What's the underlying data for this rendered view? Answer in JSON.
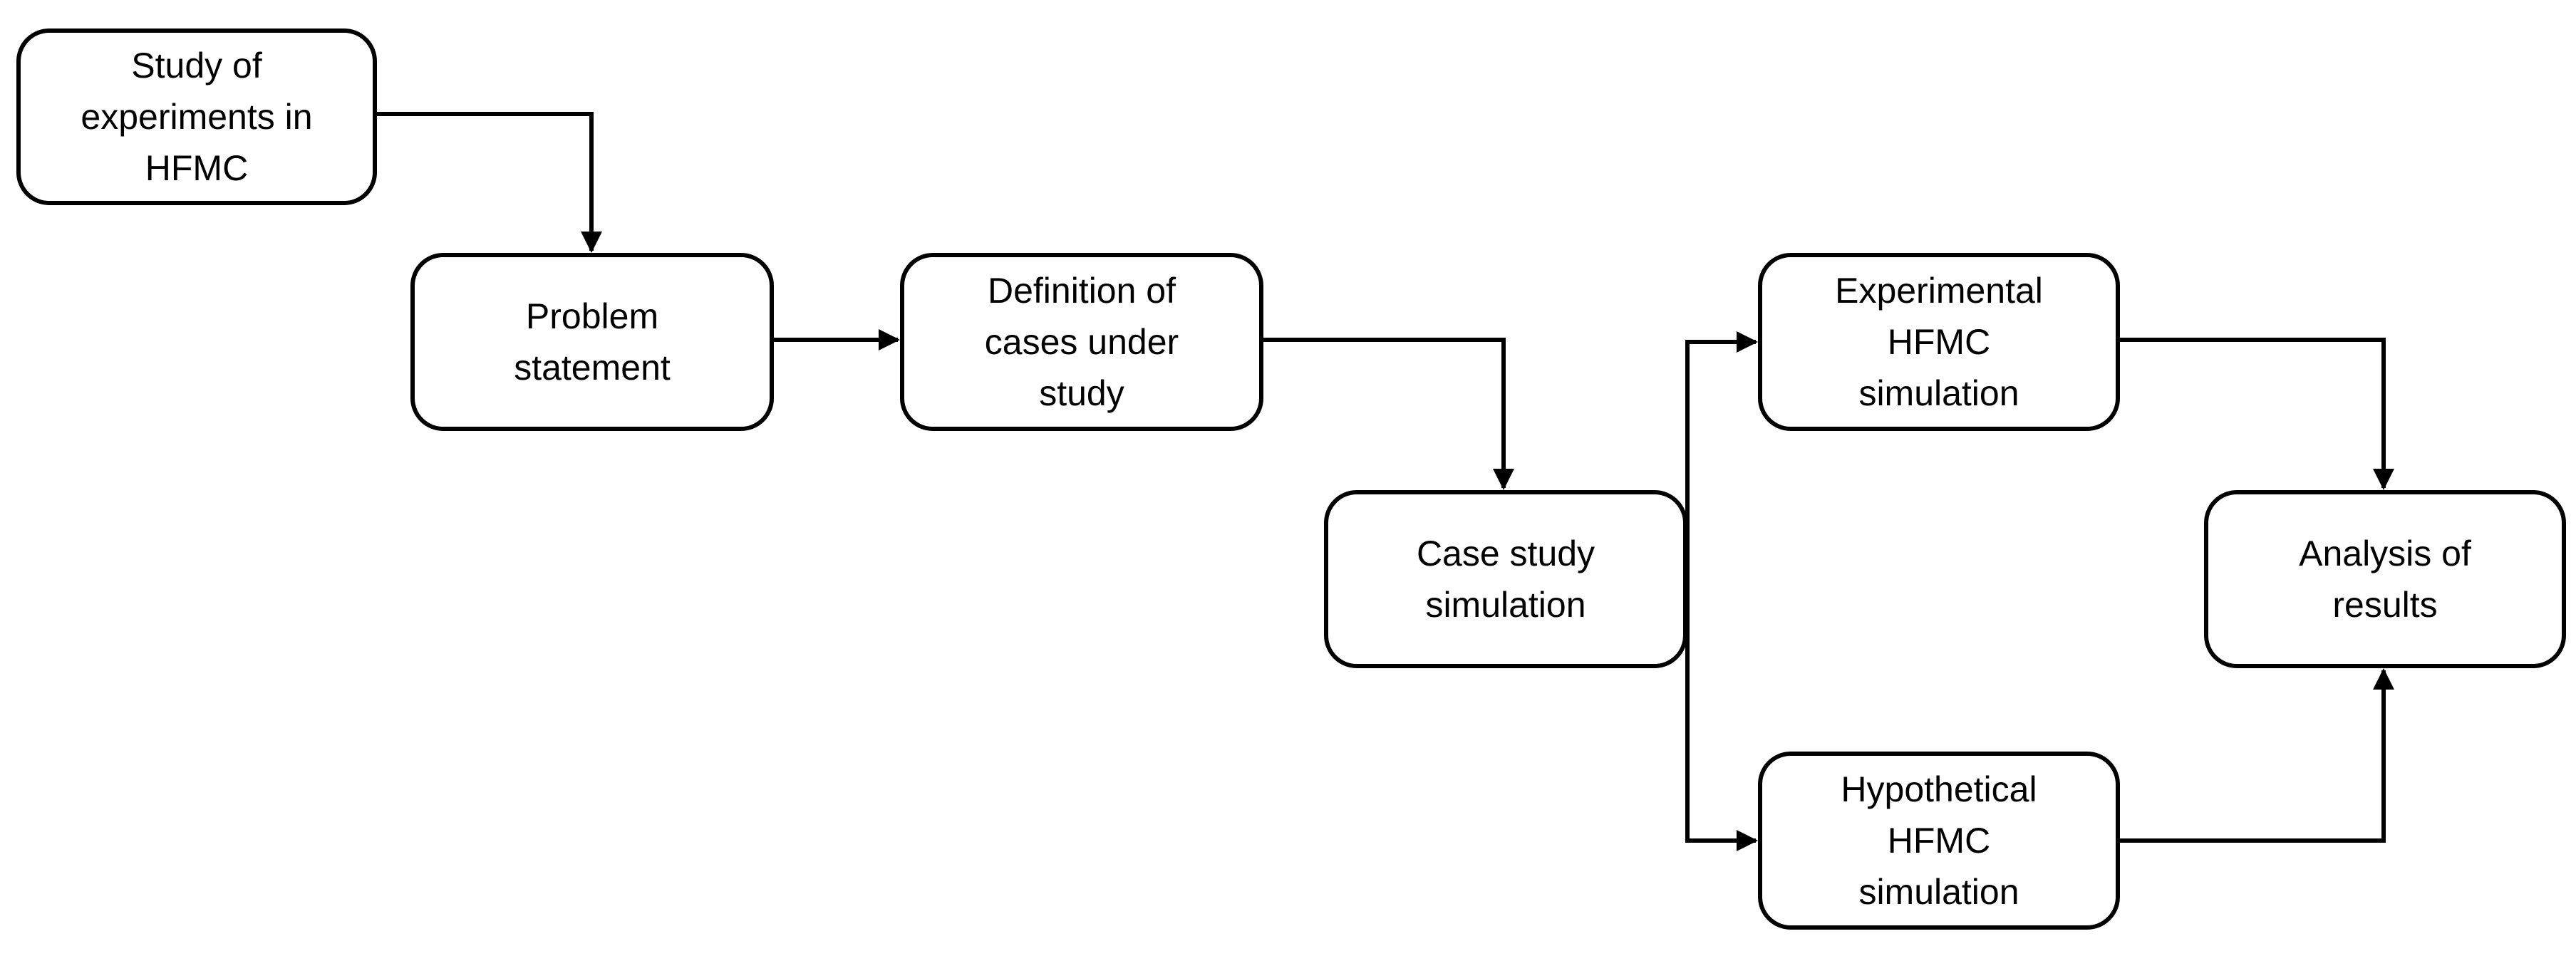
{
  "diagram": {
    "nodes": {
      "study": "Study of\nexperiments in\nHFMC",
      "problem": "Problem\nstatement",
      "definition": "Definition of\ncases under\nstudy",
      "case": "Case study\nsimulation",
      "experimental": "Experimental\nHFMC\nsimulation",
      "hypothetical": "Hypothetical\nHFMC\nsimulation",
      "analysis": "Analysis of\nresults"
    },
    "colors": {
      "stroke": "#000000",
      "background": "#ffffff",
      "text": "#000000"
    }
  }
}
